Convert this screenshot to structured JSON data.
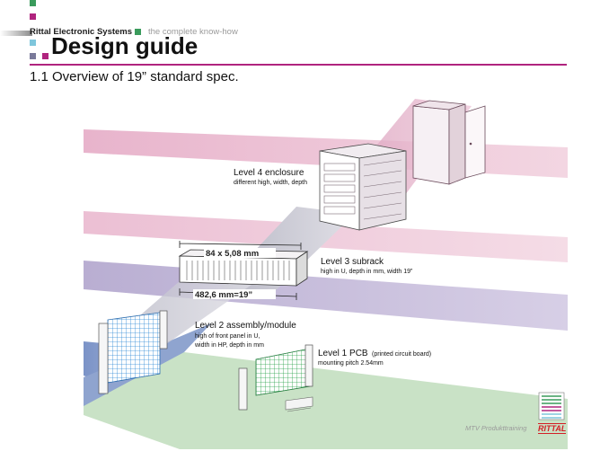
{
  "header": {
    "brand": "Rittal Electronic Systems",
    "tagline": "the complete know-how",
    "title": "Design guide",
    "subtitle": "1.1 Overview of 19” standard spec."
  },
  "colors": {
    "magenta": "#b0247e",
    "light_blue": "#7fc6dc",
    "green": "#3a9b5c",
    "grey": "#8c8c8c",
    "rule": "#b0247e",
    "brand_red": "#d31f26"
  },
  "diagram": {
    "levels": [
      {
        "title": "Level 4 enclosure",
        "desc": [
          "different high, width, depth"
        ]
      },
      {
        "title": "Level 3 subrack",
        "desc": [
          "high in U, depth in mm, width 19”"
        ]
      },
      {
        "title": "Level 2 assembly/module",
        "desc": [
          "high of front panel in U,",
          "width in HP, depth in mm"
        ]
      },
      {
        "title": "Level 1 PCB",
        "note": "(printed circuit board)",
        "desc": [
          "mounting pitch 2.54mm"
        ]
      }
    ],
    "dimension_height": "84 x 5,08 mm",
    "dimension_width": "482,6 mm=19”"
  },
  "footer": {
    "text": "MTV Produkttraining",
    "logo_text": "RITTAL"
  }
}
